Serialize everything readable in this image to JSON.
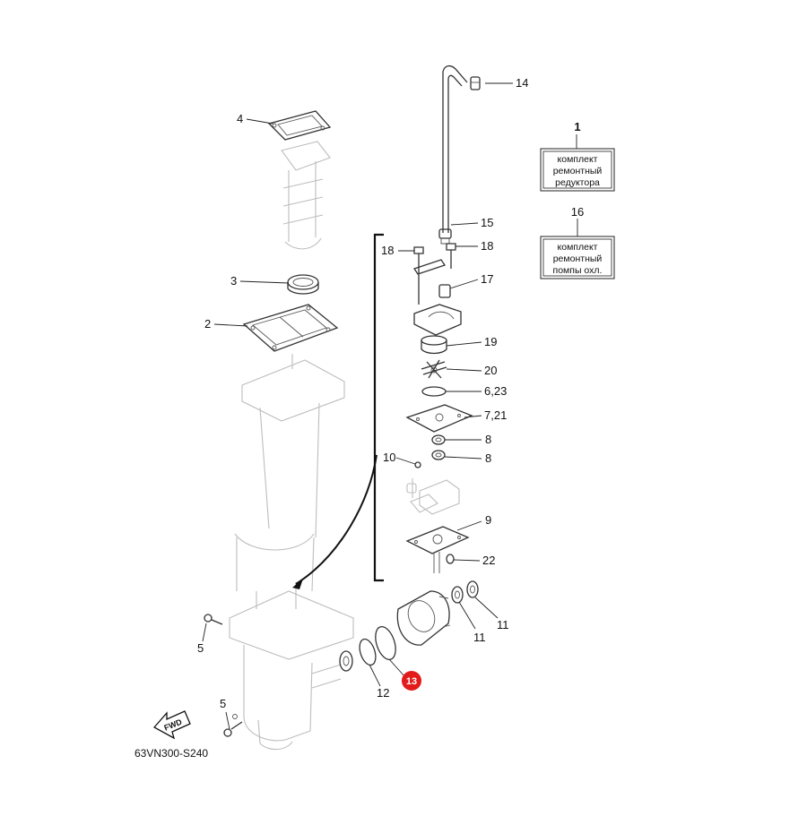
{
  "diagram": {
    "code": "63VN300-S240",
    "fwd_label": "FWD",
    "highlight_color": "#e21b1b",
    "callouts": {
      "c1": "1",
      "c2": "2",
      "c3": "3",
      "c4": "4",
      "c5a": "5",
      "c5b": "5",
      "c6_23": "6,23",
      "c7_21": "7,21",
      "c8a": "8",
      "c8b": "8",
      "c9": "9",
      "c10": "10",
      "c11a": "11",
      "c11b": "11",
      "c12": "12",
      "c13": "13",
      "c14": "14",
      "c15": "15",
      "c16": "16",
      "c17": "17",
      "c18a": "18",
      "c18b": "18",
      "c19": "19",
      "c20": "20",
      "c22": "22"
    },
    "kit_boxes": {
      "gear_kit": {
        "line1": "комплект",
        "line2": "ремонтный",
        "line3": "редуктора"
      },
      "pump_kit": {
        "line1": "комплект",
        "line2": "ремонтный",
        "line3": "помпы охл."
      }
    }
  }
}
